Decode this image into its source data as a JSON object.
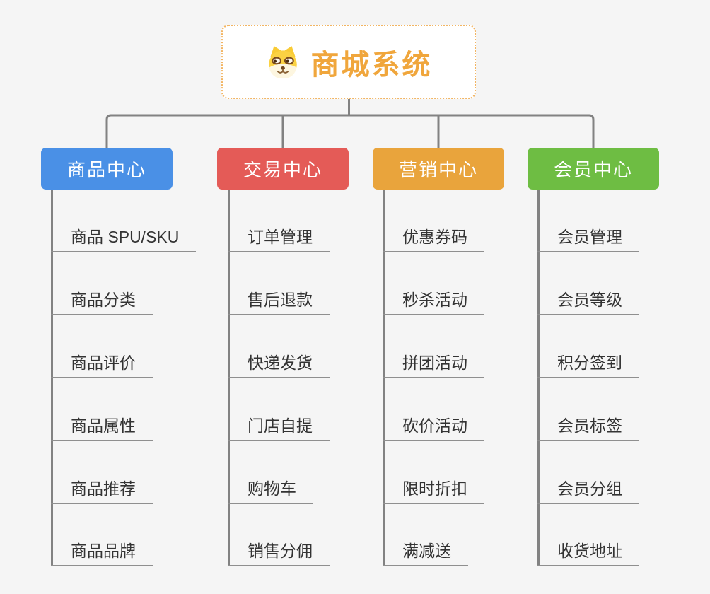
{
  "canvas": {
    "background_color": "#f5f5f5",
    "connector_color": "#828282",
    "underline_color": "#8f8f8f"
  },
  "root": {
    "title": "商城系统",
    "title_color": "#f0a63c",
    "border_color": "#f2b563",
    "icon": "dog-icon"
  },
  "branches": [
    {
      "label": "商品中心",
      "color": "#4a90e6",
      "children": [
        "商品 SPU/SKU",
        "商品分类",
        "商品评价",
        "商品属性",
        "商品推荐",
        "商品品牌"
      ]
    },
    {
      "label": "交易中心",
      "color": "#e45b57",
      "children": [
        "订单管理",
        "售后退款",
        "快递发货",
        "门店自提",
        "购物车",
        "销售分佣"
      ]
    },
    {
      "label": "营销中心",
      "color": "#e9a43c",
      "children": [
        "优惠券码",
        "秒杀活动",
        "拼团活动",
        "砍价活动",
        "限时折扣",
        "满减送"
      ]
    },
    {
      "label": "会员中心",
      "color": "#6ebd43",
      "children": [
        "会员管理",
        "会员等级",
        "积分签到",
        "会员标签",
        "会员分组",
        "收货地址"
      ]
    }
  ]
}
